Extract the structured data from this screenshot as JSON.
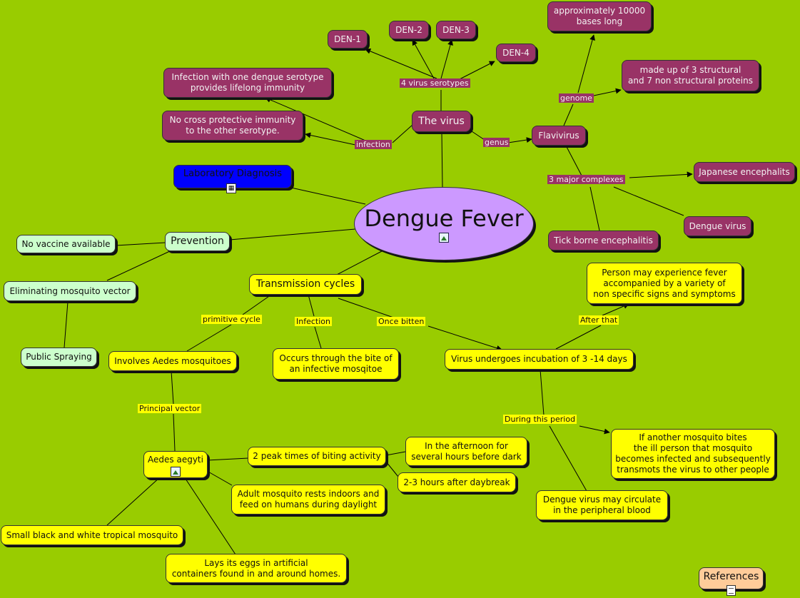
{
  "center": {
    "title": "Dengue Fever"
  },
  "nodes": {
    "the_virus": "The virus",
    "den1": "DEN-1",
    "den2": "DEN-2",
    "den3": "DEN-3",
    "den4": "DEN-4",
    "lifelong_immunity": "Infection with one dengue serotype\nprovides lifelong immunity",
    "no_cross": "No cross protective immunity\nto the other serotype.",
    "flavivirus": "Flavivirus",
    "bases_long": "approximately 10000\nbases long",
    "proteins": "made up of 3 structural\nand 7 non structural proteins",
    "japanese": "Japanese encephalits",
    "dengue_virus": "Dengue virus",
    "tick_borne": "Tick borne encephalitis",
    "lab_diag": "Laboratory Diagnosis",
    "prevention": "Prevention",
    "no_vaccine": "No vaccine available",
    "eliminating": "Eliminating mosquito vector",
    "spraying": "Public Spraying",
    "transmission": "Transmission cycles",
    "involves_aedes": "Involves Aedes mosquitoes",
    "occurs_bite": "Occurs through the bite of\nan infective mosqitoe",
    "incubation": "Virus undergoes incubation of 3 -14 days",
    "person_fever": "Person may experience fever\naccompanied by a variety of\nnon specific signs and symptoms",
    "another_mosquito": "If another mosquito bites\nthe ill person that mosquito\nbecomes infected and subsequently\ntransmots the virus to other people",
    "circulate": "Dengue virus may circulate\nin the peripheral blood",
    "aedes_aegyti": "Aedes aegyti",
    "peak_times": "2 peak times of biting activity",
    "afternoon": "In the afternoon for\nseveral hours before dark",
    "daybreak": "2-3 hours after daybreak",
    "rests_indoors": "Adult mosquito rests indoors and\nfeed on humans during daylight",
    "small_black": "Small black and white tropical mosquito",
    "eggs": "Lays its eggs in artificial\ncontainers found in and around homes.",
    "references": "References"
  },
  "labels": {
    "serotypes": "4 virus serotypes",
    "infection": "infection",
    "genus": "genus",
    "genome": "genome",
    "complexes": "3 major complexes",
    "primitive_cycle": "primitive cycle",
    "infection_t": "Infection",
    "once_bitten": "Once bitten",
    "after_that": "After that",
    "principal_vector": "Principal vector",
    "during_period": "During this period"
  },
  "icons": {
    "center": "image-icon",
    "lab_diag": "tree-icon",
    "aedes": "image-icon",
    "references": "document-icon"
  },
  "colors": {
    "background": "#99cc00",
    "virus_nodes": "#993366",
    "transmission_nodes": "#ffff00",
    "prevention_nodes": "#ccffcc",
    "center": "#cc99ff",
    "lab": "#0000ff",
    "references": "#ffcc99"
  }
}
